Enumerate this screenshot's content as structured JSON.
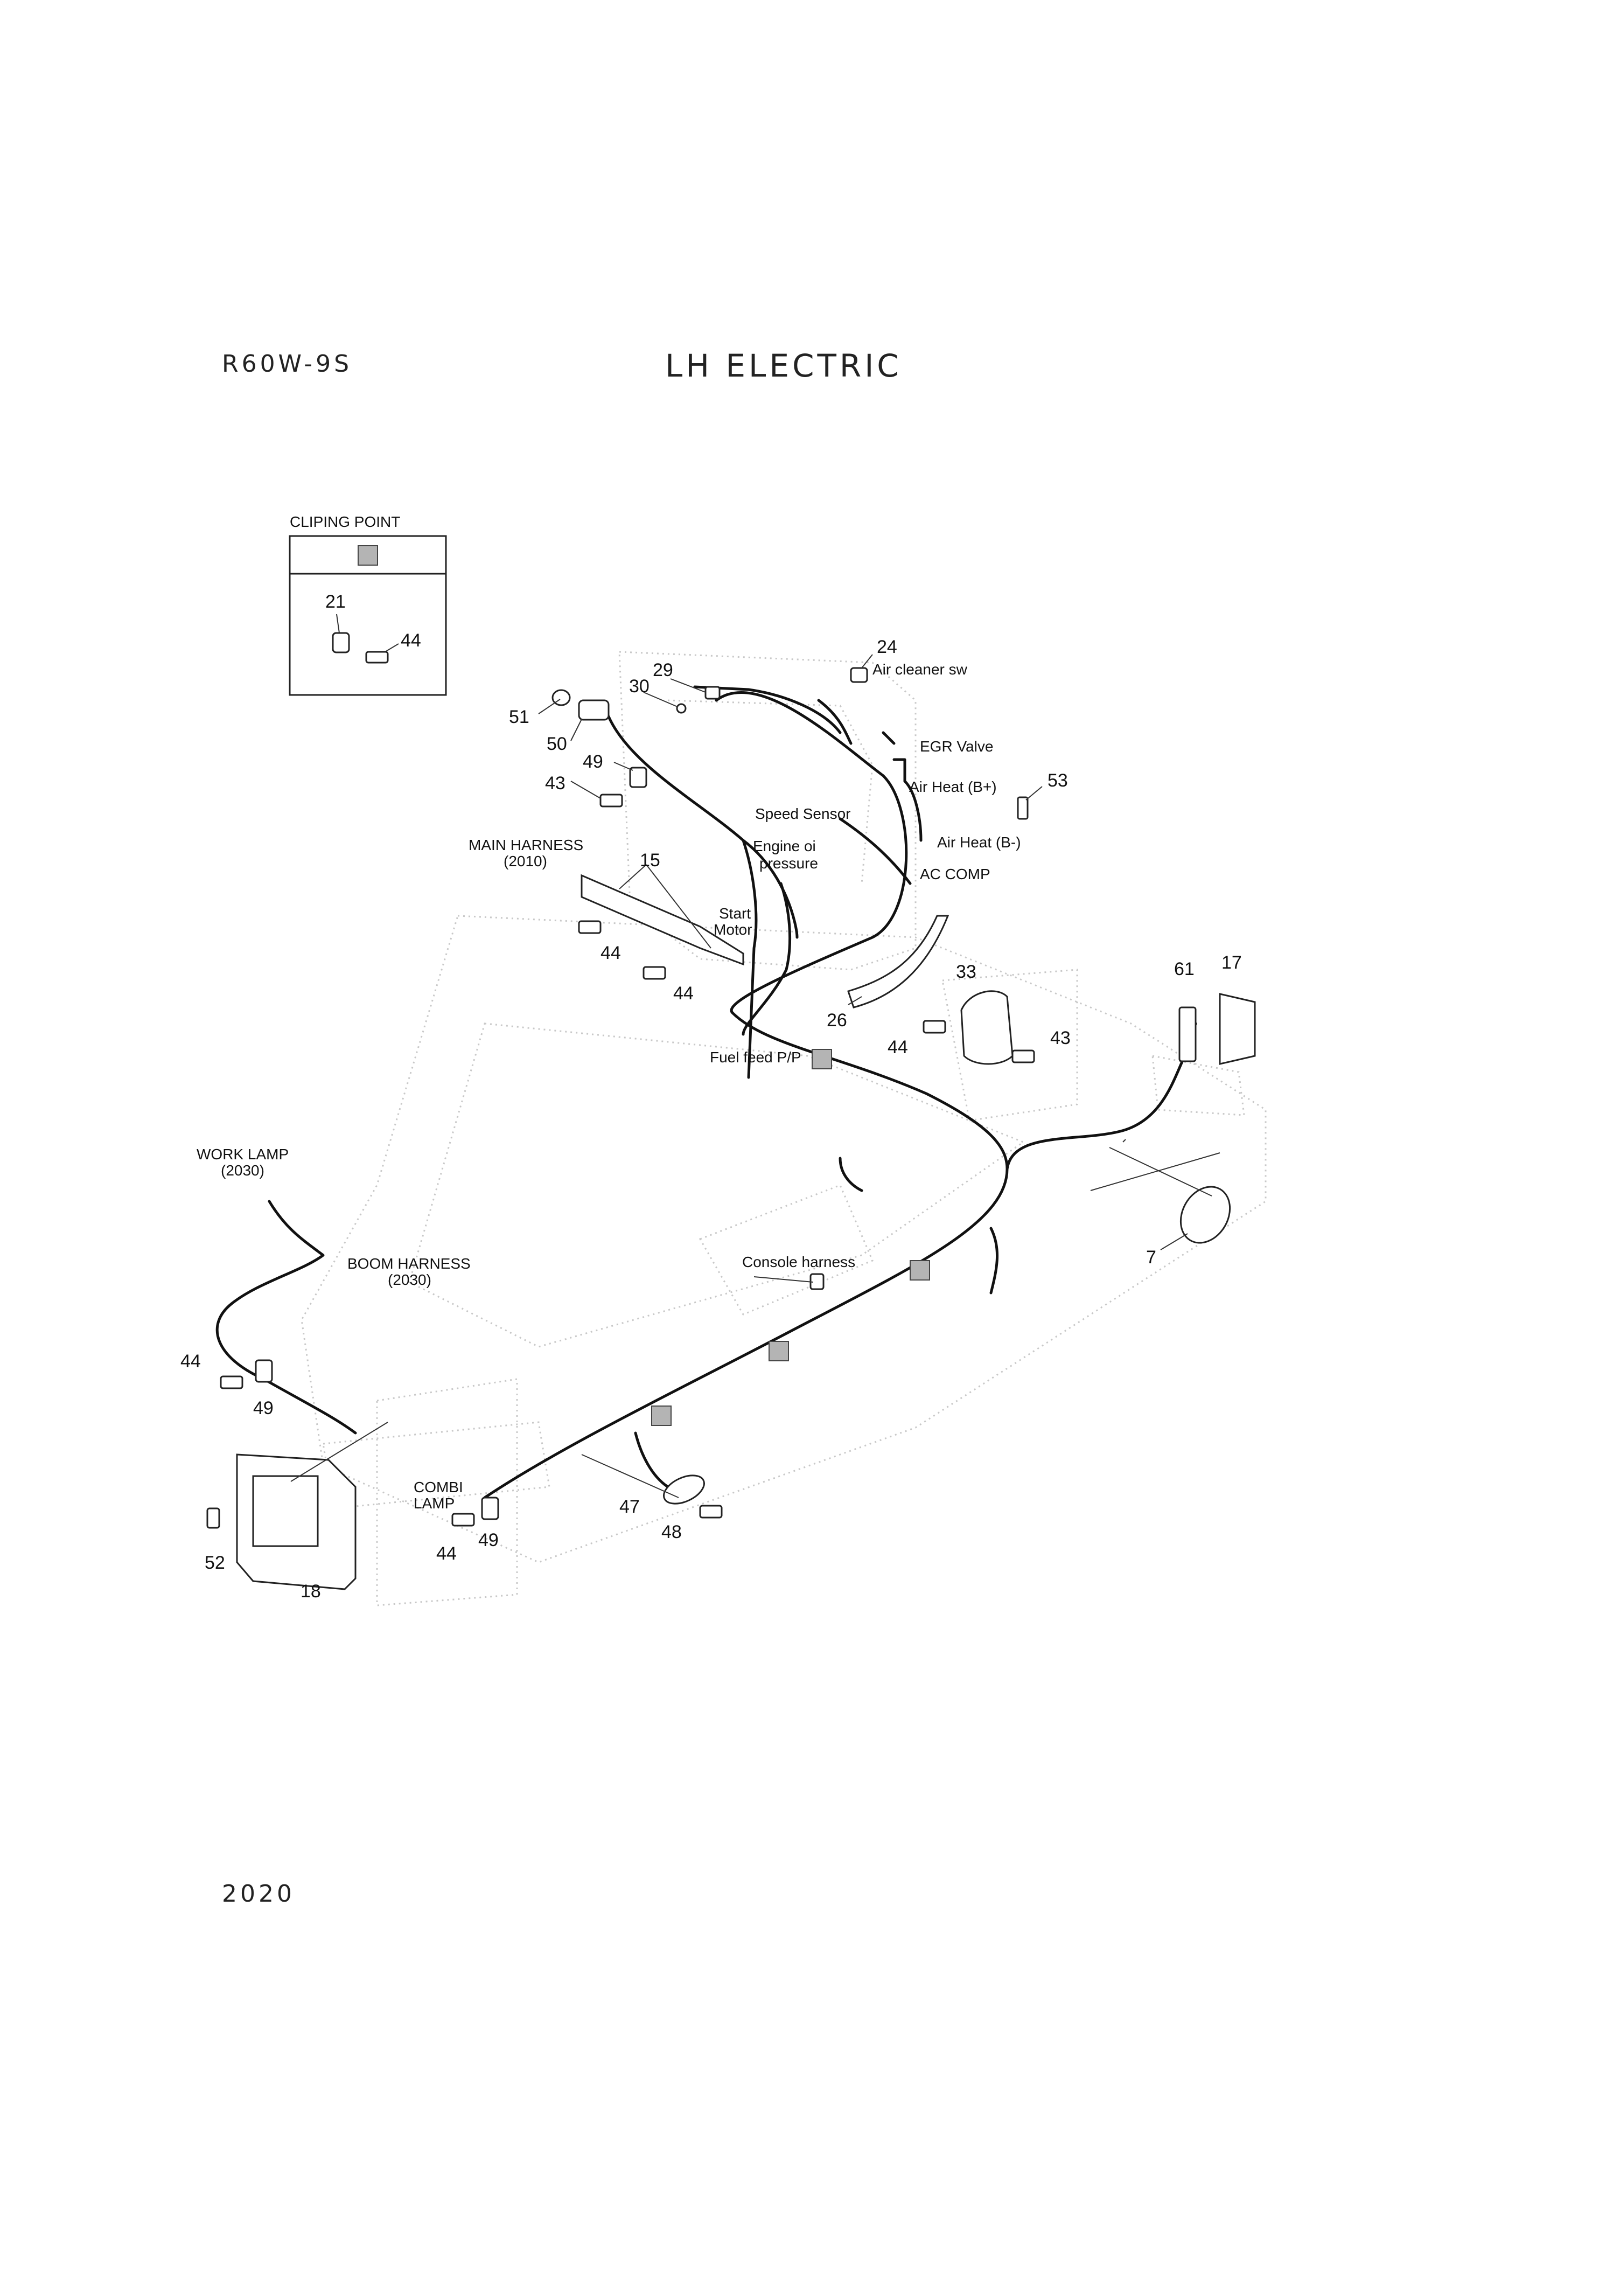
{
  "header": {
    "model": "R60W-9S",
    "title": "LH ELECTRIC",
    "page_number": "2020"
  },
  "legend": {
    "title": "CLIPING POINT",
    "part_a": "21",
    "part_b": "44"
  },
  "callouts": {
    "c24": "24",
    "c29": "29",
    "c30": "30",
    "c51": "51",
    "c50": "50",
    "c49a": "49",
    "c43a": "43",
    "c15": "15",
    "c44a": "44",
    "c44b": "44",
    "c53": "53",
    "c33": "33",
    "c26": "26",
    "c44c": "44",
    "c43b": "43",
    "c61": "61",
    "c17": "17",
    "c7": "7",
    "c44d": "44",
    "c49b": "49",
    "c47": "47",
    "c48": "48",
    "c44e": "44",
    "c49c": "49",
    "c52": "52",
    "c18": "18"
  },
  "labels": {
    "air_cleaner_sw": "Air cleaner sw",
    "egr_valve": "EGR Valve",
    "air_heat_b_plus": "Air Heat (B+)",
    "air_heat_b_minus": "Air Heat (B-)",
    "speed_sensor": "Speed Sensor",
    "engine_oil_1": "Engine oi",
    "engine_oil_2": "pressure",
    "ac_comp": "AC COMP",
    "main_harness_1": "MAIN HARNESS",
    "main_harness_2": "(2010)",
    "start_motor_1": "Start",
    "start_motor_2": "Motor",
    "fuel_feed": "Fuel feed P/P",
    "work_lamp_1": "WORK LAMP",
    "work_lamp_2": "(2030)",
    "boom_harness_1": "BOOM HARNESS",
    "boom_harness_2": "(2030)",
    "console_harness": "Console harness",
    "combi_lamp_1": "COMBI",
    "combi_lamp_2": "LAMP"
  },
  "colors": {
    "wire": "#111111",
    "clip_marker": "#b4b4b4",
    "frame_outline": "#c8c8c8"
  }
}
